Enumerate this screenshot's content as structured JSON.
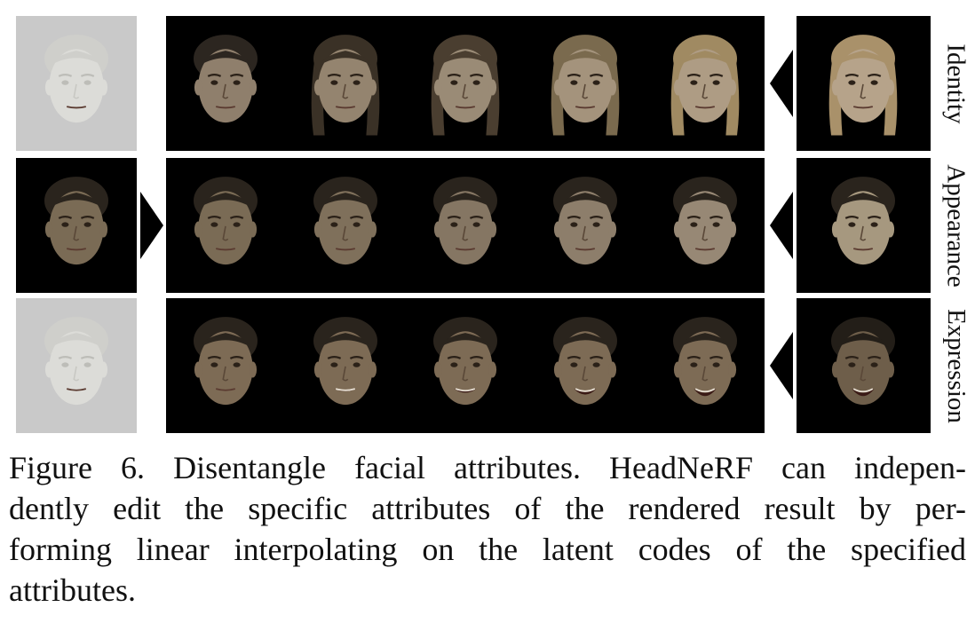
{
  "figure": {
    "rows": [
      {
        "label": "Identity",
        "source_style": "ghost",
        "has_left_arrow": false,
        "strip": [
          {
            "skin": "#8f7f6c",
            "hair": "#2c2620",
            "long_hair": false
          },
          {
            "skin": "#94846f",
            "hair": "#3a3126",
            "long_hair": true
          },
          {
            "skin": "#9a8b76",
            "hair": "#4a3e30",
            "long_hair": true
          },
          {
            "skin": "#a4937c",
            "hair": "#7a6a4e",
            "long_hair": true
          },
          {
            "skin": "#ae9c84",
            "hair": "#a08a62",
            "long_hair": true
          }
        ],
        "target": {
          "skin": "#b6a38a",
          "hair": "#a9916a",
          "long_hair": true
        }
      },
      {
        "label": "Appearance",
        "source_style": "dark",
        "has_left_arrow": true,
        "strip": [
          {
            "skin": "#7a6b55",
            "hair": "#2a241d",
            "long_hair": false
          },
          {
            "skin": "#7f705b",
            "hair": "#2a241d",
            "long_hair": false
          },
          {
            "skin": "#857663",
            "hair": "#2a241d",
            "long_hair": false
          },
          {
            "skin": "#8d7e6b",
            "hair": "#2a241d",
            "long_hair": false
          },
          {
            "skin": "#978875",
            "hair": "#2a241d",
            "long_hair": false
          }
        ],
        "target": {
          "skin": "#a6987f",
          "hair": "#2a241d",
          "long_hair": false
        }
      },
      {
        "label": "Expression",
        "source_style": "ghost",
        "has_left_arrow": false,
        "strip": [
          {
            "skin": "#7d6b55",
            "hair": "#2a241d",
            "long_hair": false,
            "smile": 0.1
          },
          {
            "skin": "#7d6b55",
            "hair": "#2a241d",
            "long_hair": false,
            "smile": 0.35
          },
          {
            "skin": "#7d6b55",
            "hair": "#2a241d",
            "long_hair": false,
            "smile": 0.55
          },
          {
            "skin": "#7d6b55",
            "hair": "#2a241d",
            "long_hair": false,
            "smile": 0.8
          },
          {
            "skin": "#7d6b55",
            "hair": "#2a241d",
            "long_hair": false,
            "smile": 1.0
          }
        ],
        "target": {
          "skin": "#6e5e4a",
          "hair": "#231e18",
          "long_hair": false,
          "smile": 1.0
        }
      }
    ]
  },
  "caption": {
    "lines": [
      "Figure 6.  Disentangle facial attributes.  HeadNeRF can indepen-",
      "dently edit the specific attributes of the rendered result by per-",
      "forming linear interpolating on the latent codes of the specified",
      "attributes."
    ]
  },
  "colors": {
    "strip_bg": "#000000",
    "ghost_bg": "#c9c9c9",
    "arrow": "#000000",
    "text": "#111111"
  }
}
